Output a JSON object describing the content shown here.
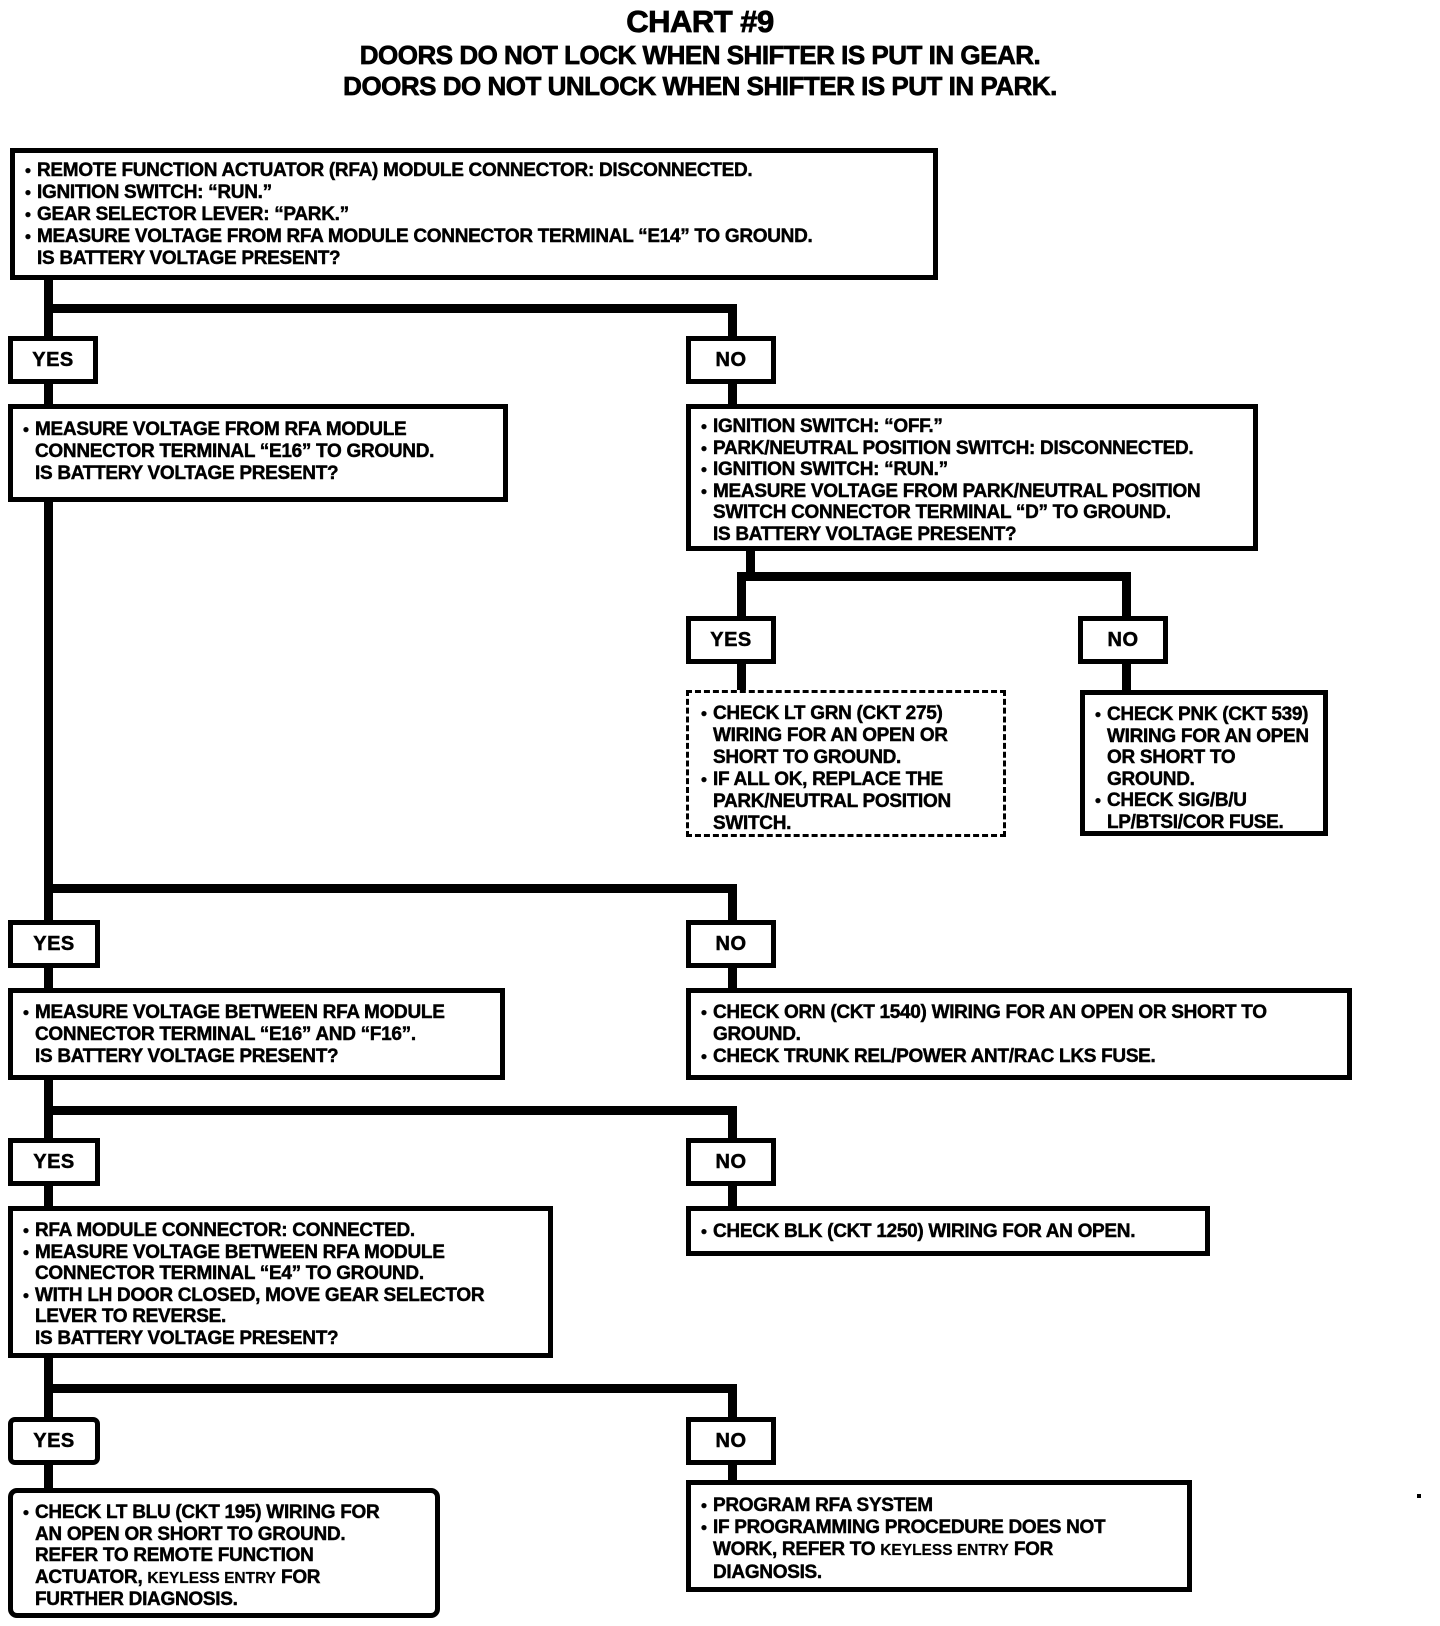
{
  "title": {
    "line1": "CHART #9",
    "line2": "DOORS DO NOT LOCK WHEN SHIFTER IS PUT IN GEAR.",
    "line3": "DOORS DO NOT UNLOCK WHEN SHIFTER IS PUT IN PARK."
  },
  "labels": {
    "yes": "YES",
    "no": "NO"
  },
  "colors": {
    "ink": "#000000",
    "paper": "#ffffff"
  },
  "boxes": {
    "start": {
      "items": [
        [
          "REMOTE FUNCTION ACTUATOR (RFA) MODULE CONNECTOR: DISCONNECTED."
        ],
        [
          "IGNITION SWITCH: “RUN.”"
        ],
        [
          "GEAR SELECTOR LEVER: “PARK.”"
        ],
        [
          "MEASURE VOLTAGE FROM RFA MODULE CONNECTOR TERMINAL “E14” TO GROUND.",
          "IS BATTERY VOLTAGE PRESENT?"
        ]
      ]
    },
    "measure_e16": {
      "items": [
        [
          "MEASURE VOLTAGE FROM RFA MODULE",
          "CONNECTOR TERMINAL “E16” TO GROUND.",
          "IS BATTERY VOLTAGE PRESENT?"
        ]
      ]
    },
    "pnp_switch_test": {
      "items": [
        [
          "IGNITION SWITCH: “OFF.”"
        ],
        [
          "PARK/NEUTRAL POSITION SWITCH: DISCONNECTED."
        ],
        [
          "IGNITION SWITCH: “RUN.”"
        ],
        [
          "MEASURE VOLTAGE FROM PARK/NEUTRAL POSITION",
          "SWITCH CONNECTOR TERMINAL “D” TO GROUND.",
          "IS BATTERY VOLTAGE PRESENT?"
        ]
      ]
    },
    "check_lt_grn": {
      "items": [
        [
          "CHECK LT GRN (CKT 275)",
          "WIRING FOR AN OPEN OR",
          "SHORT TO GROUND."
        ],
        [
          "IF ALL OK, REPLACE THE",
          "PARK/NEUTRAL POSITION",
          "SWITCH."
        ]
      ]
    },
    "check_pnk": {
      "items": [
        [
          "CHECK PNK (CKT 539)",
          "WIRING FOR AN OPEN",
          "OR SHORT TO",
          "GROUND."
        ],
        [
          "CHECK SIG/B/U",
          "LP/BTSI/COR FUSE."
        ]
      ]
    },
    "measure_e16_f16": {
      "items": [
        [
          "MEASURE VOLTAGE BETWEEN RFA MODULE",
          "CONNECTOR TERMINAL “E16” AND “F16”.",
          "IS BATTERY VOLTAGE PRESENT?"
        ]
      ]
    },
    "check_orn": {
      "items": [
        [
          "CHECK ORN (CKT 1540) WIRING FOR AN OPEN OR SHORT TO",
          "GROUND."
        ],
        [
          "CHECK TRUNK REL/POWER ANT/RAC LKS FUSE."
        ]
      ]
    },
    "rfa_connected_test": {
      "items": [
        [
          "RFA MODULE CONNECTOR: CONNECTED."
        ],
        [
          "MEASURE VOLTAGE BETWEEN RFA MODULE",
          "CONNECTOR TERMINAL “E4” TO GROUND."
        ],
        [
          "WITH LH DOOR CLOSED, MOVE GEAR SELECTOR",
          "LEVER TO REVERSE.",
          "IS BATTERY VOLTAGE PRESENT?"
        ]
      ]
    },
    "check_blk": {
      "items": [
        [
          "CHECK BLK (CKT 1250) WIRING FOR AN OPEN."
        ]
      ]
    },
    "check_lt_blu": {
      "items": [
        [
          "CHECK LT BLU (CKT 195) WIRING FOR",
          "AN OPEN OR SHORT TO GROUND.",
          "REFER TO REMOTE FUNCTION",
          {
            "pre": "ACTUATOR, ",
            "small": "KEYLESS ENTRY",
            "post": " FOR"
          },
          "FURTHER DIAGNOSIS."
        ]
      ]
    },
    "program_rfa": {
      "items": [
        [
          "PROGRAM RFA SYSTEM"
        ],
        [
          "IF PROGRAMMING PROCEDURE DOES NOT",
          {
            "pre": "WORK, REFER TO ",
            "small": "KEYLESS ENTRY",
            "post": " FOR"
          },
          "DIAGNOSIS."
        ]
      ]
    }
  }
}
